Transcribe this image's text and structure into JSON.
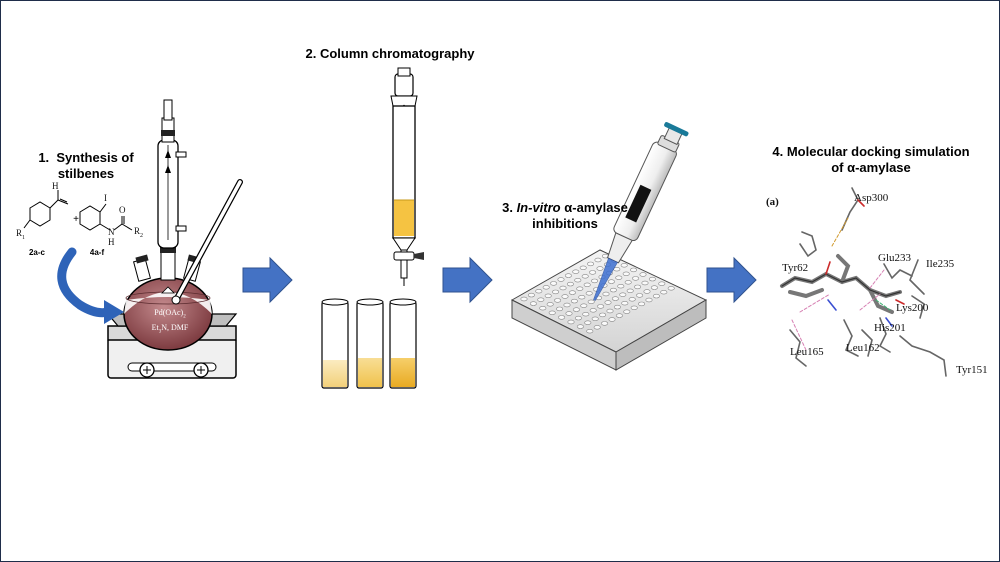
{
  "steps": {
    "synthesis": {
      "number": "1.",
      "title_line1": "Synthesis of",
      "title_line2": "stilbenes"
    },
    "column": {
      "title": "2. Column chromatography"
    },
    "invitro": {
      "title_prefix": "3.",
      "title_italic": "In-vitro",
      "title_rest": "α-amylase",
      "title_line2": "inhibitions"
    },
    "docking": {
      "title_line1": "4. Molecular docking simulation",
      "title_line2": "of α-amylase"
    }
  },
  "synthesis_labels": {
    "reagent1": "2a-c",
    "reagent2": "4a-f",
    "plus": "+",
    "r1": "R",
    "r1_sub": "1",
    "r2": "R",
    "r2_sub": "2",
    "h": "H",
    "i": "I",
    "o": "O",
    "nh": "N",
    "nh_h": "H",
    "conditions_line1": "Pd(OAc)",
    "conditions_line1_sub": "2",
    "conditions_line2": "Et",
    "conditions_line2_sub": "3",
    "conditions_line2_rest": "N, DMF"
  },
  "docking_labels": {
    "panel": "(a)",
    "residues": [
      "Asp300",
      "Glu233",
      "Ile235",
      "Tyr62",
      "Lys200",
      "His201",
      "Leu165",
      "Leu162",
      "Tyr151"
    ]
  },
  "colors": {
    "arrow": "#4472c4",
    "arrow_dark": "#2f528f",
    "flask_liquid": "#9c5a5e",
    "column_band": "#f5c342",
    "tip_blue": "#3d6fd1",
    "curved_arrow": "#2e63b8",
    "frame": "#1f2d4a"
  },
  "icons": [
    "reaction-flask-icon",
    "chromatography-column-icon",
    "pipette-icon",
    "well-plate-icon",
    "protein-ligand-icon"
  ]
}
